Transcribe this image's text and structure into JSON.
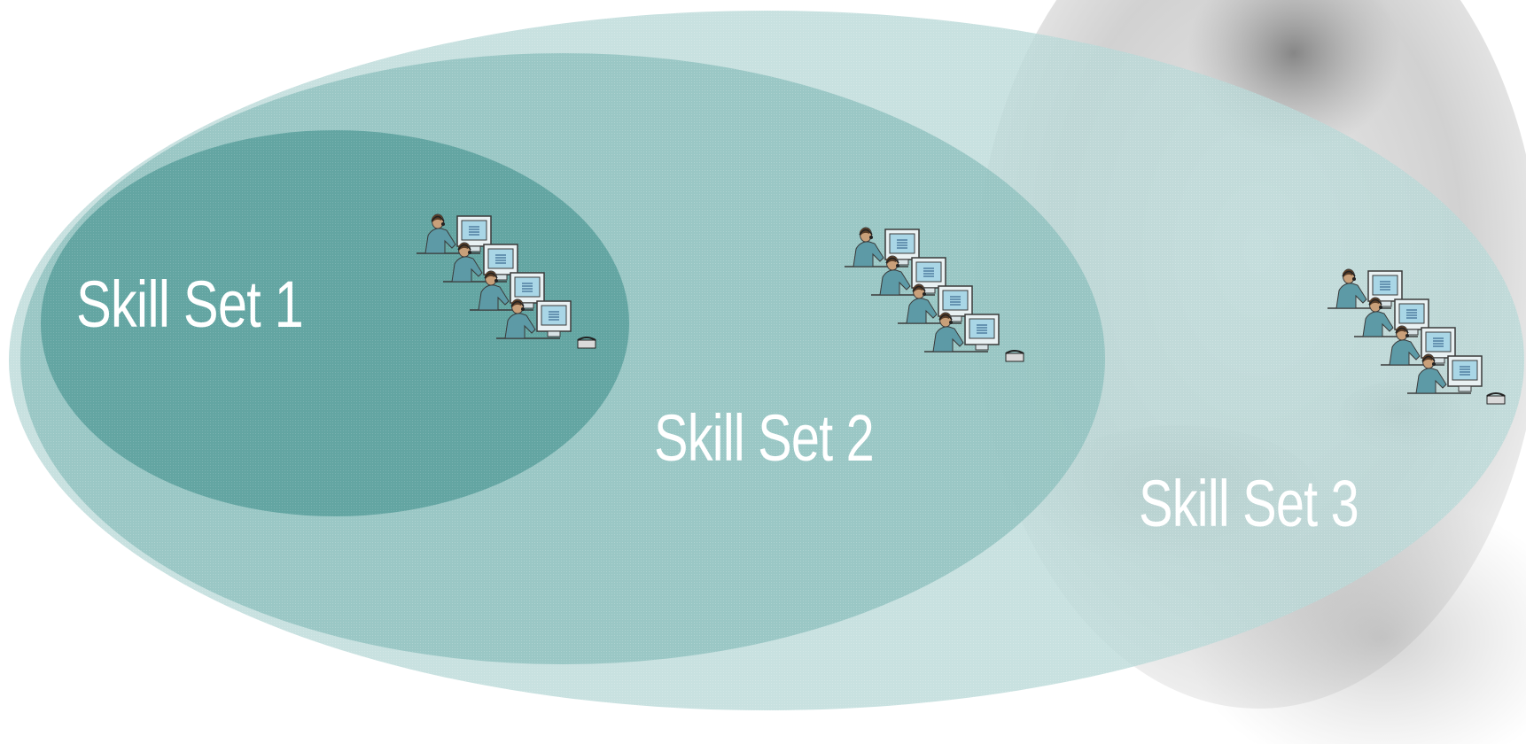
{
  "diagram": {
    "sets": [
      {
        "label": "Skill Set 1",
        "agents": 4
      },
      {
        "label": "Skill Set 2",
        "agents": 4
      },
      {
        "label": "Skill Set 3",
        "agents": 4
      }
    ]
  },
  "colors": {
    "outer_ellipse": "#b9d8d7",
    "middle_ellipse": "#8fc0be",
    "inner_ellipse": "#5da19d",
    "label_text": "#ffffff",
    "agent_body": "#5d9aa6",
    "monitor_screen": "#a9d6e6",
    "monitor_frame": "#e9f1f3",
    "background_photo": "#9a9a9a"
  },
  "icons": [
    "headset-agent-icon",
    "computer-monitor-icon",
    "telephone-icon"
  ]
}
